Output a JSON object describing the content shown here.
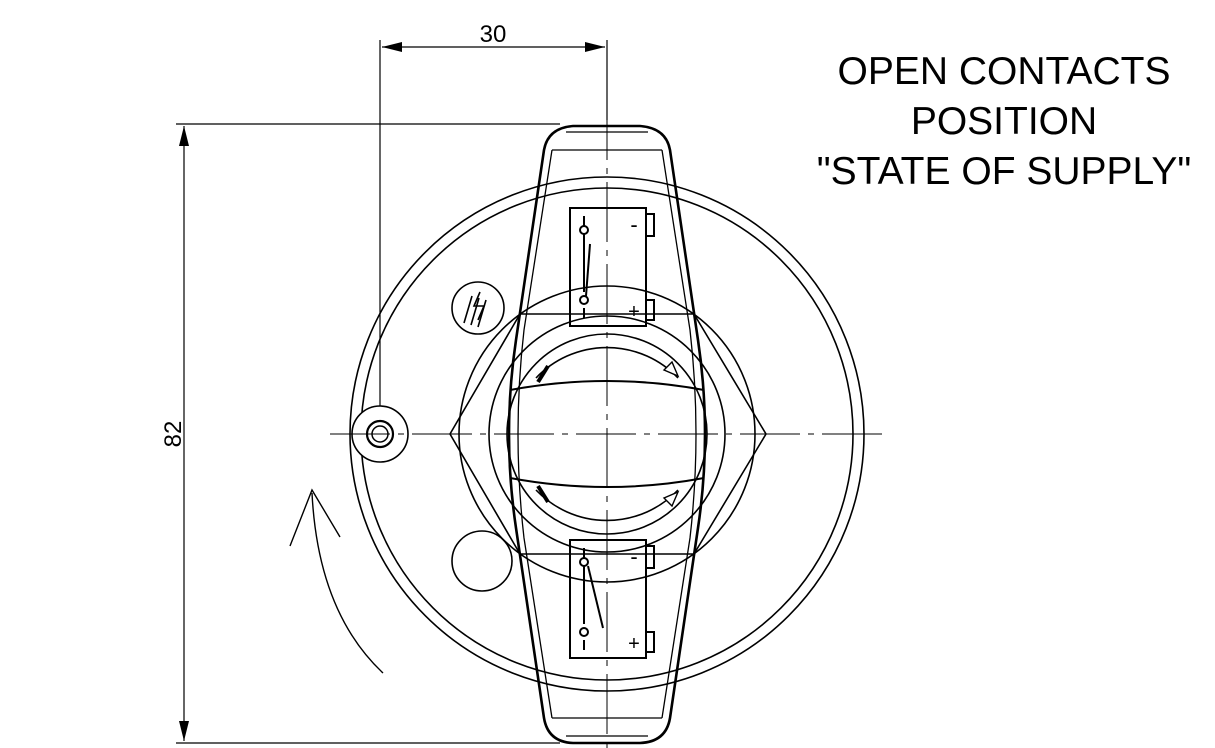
{
  "title": {
    "line1": "OPEN CONTACTS",
    "line2": "POSITION",
    "line3": "\"STATE OF SUPPLY\""
  },
  "dimensions": {
    "horizontal": "30",
    "vertical": "82"
  },
  "symbols": {
    "top_minus": "-",
    "top_plus": "+",
    "bottom_minus": "-",
    "bottom_plus": "+"
  },
  "colors": {
    "line": "#000000",
    "background": "#ffffff"
  }
}
